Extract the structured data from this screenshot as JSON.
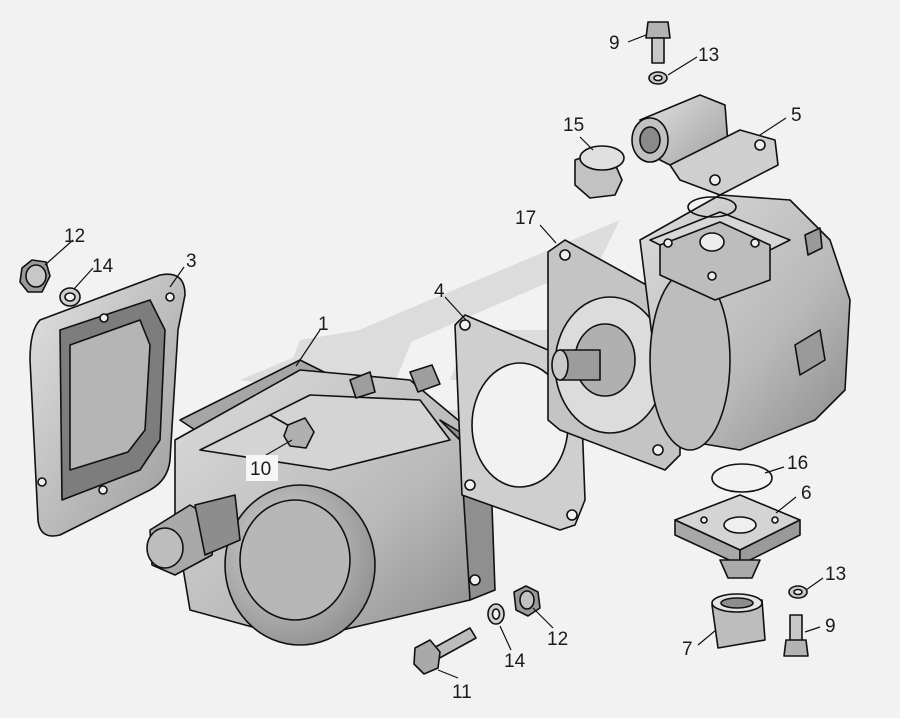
{
  "diagram": {
    "callouts": [
      {
        "id": "c1",
        "text": "1"
      },
      {
        "id": "c3",
        "text": "3"
      },
      {
        "id": "c4",
        "text": "4"
      },
      {
        "id": "c5",
        "text": "5"
      },
      {
        "id": "c6",
        "text": "6"
      },
      {
        "id": "c7",
        "text": "7"
      },
      {
        "id": "c9a",
        "text": "9"
      },
      {
        "id": "c9b",
        "text": "9"
      },
      {
        "id": "c10",
        "text": "10"
      },
      {
        "id": "c11",
        "text": "11"
      },
      {
        "id": "c12a",
        "text": "12"
      },
      {
        "id": "c12b",
        "text": "12"
      },
      {
        "id": "c13a",
        "text": "13"
      },
      {
        "id": "c13b",
        "text": "13"
      },
      {
        "id": "c14a",
        "text": "14"
      },
      {
        "id": "c14b",
        "text": "14"
      },
      {
        "id": "c15",
        "text": "15"
      },
      {
        "id": "c16",
        "text": "16"
      },
      {
        "id": "c17",
        "text": "17"
      }
    ],
    "colors": {
      "background": "#f2f2f2",
      "part_fill": "#c9c9c9",
      "part_dark": "#8d8d8d",
      "part_light": "#e6e6e6",
      "watermark": "#d9d9d9",
      "line": "#111111"
    }
  }
}
